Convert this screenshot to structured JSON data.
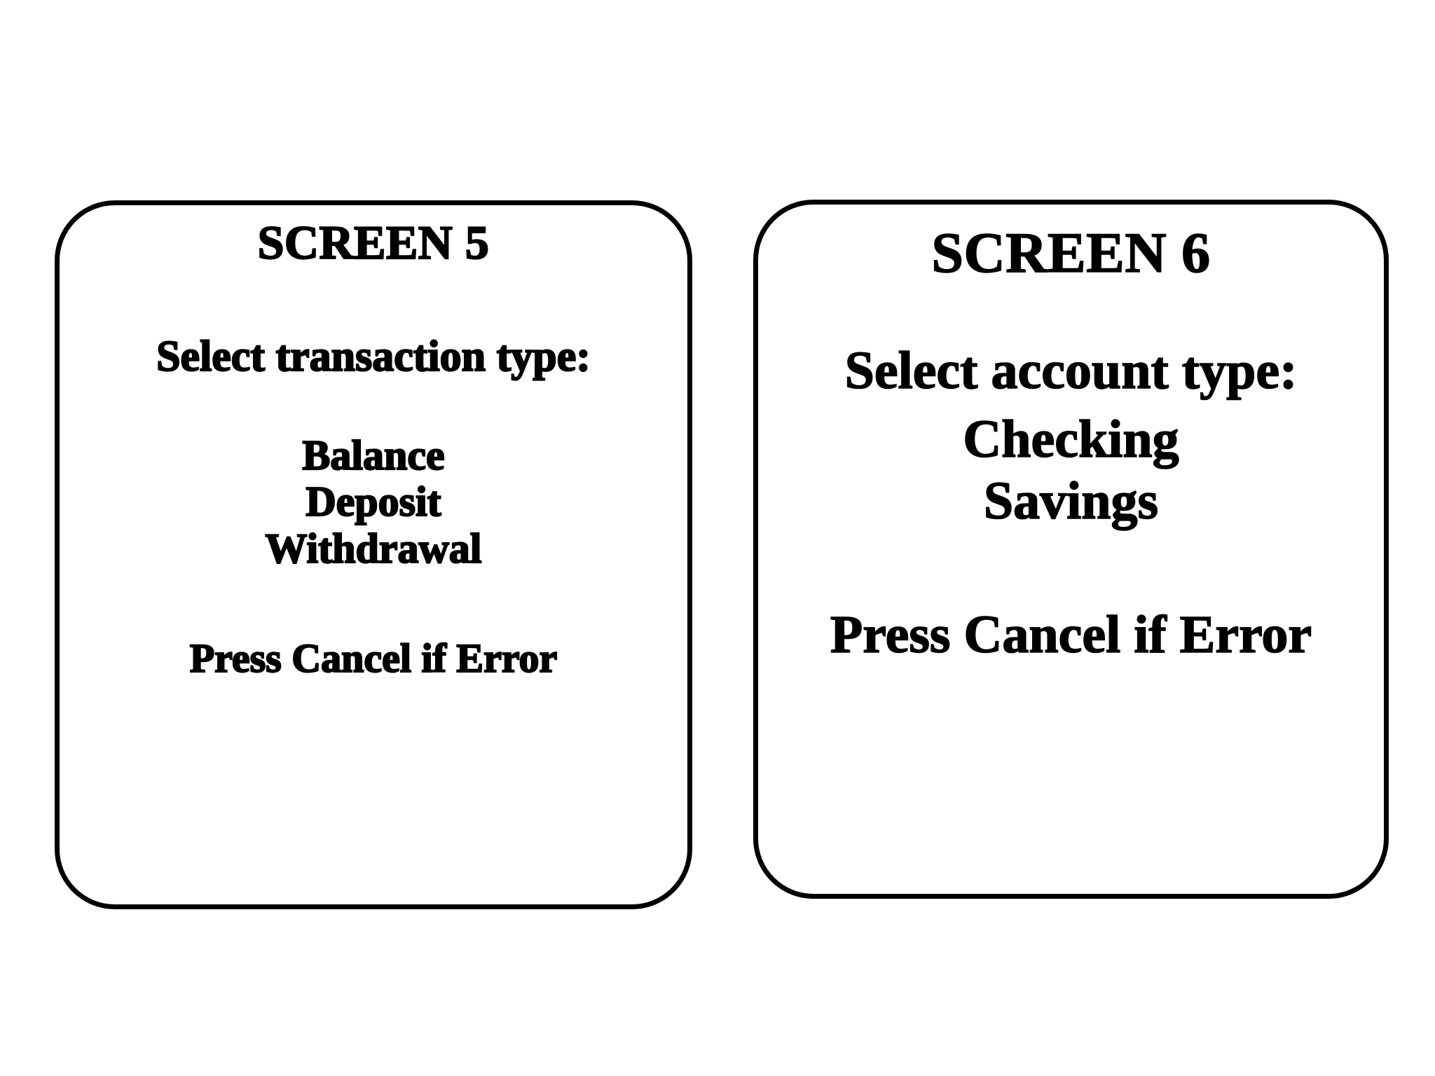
{
  "page": {
    "background_color": "#ffffff",
    "ink_color": "#000000"
  },
  "screens": [
    {
      "id": "screen-5",
      "title": "SCREEN 5",
      "prompt": "Select transaction type:",
      "options": [
        "Balance",
        "Deposit",
        "Withdrawal"
      ],
      "footer": "Press Cancel if Error"
    },
    {
      "id": "screen-6",
      "title": "SCREEN 6",
      "prompt": "Select account type:",
      "options": [
        "Checking",
        "Savings"
      ],
      "footer": "Press Cancel if Error"
    }
  ]
}
